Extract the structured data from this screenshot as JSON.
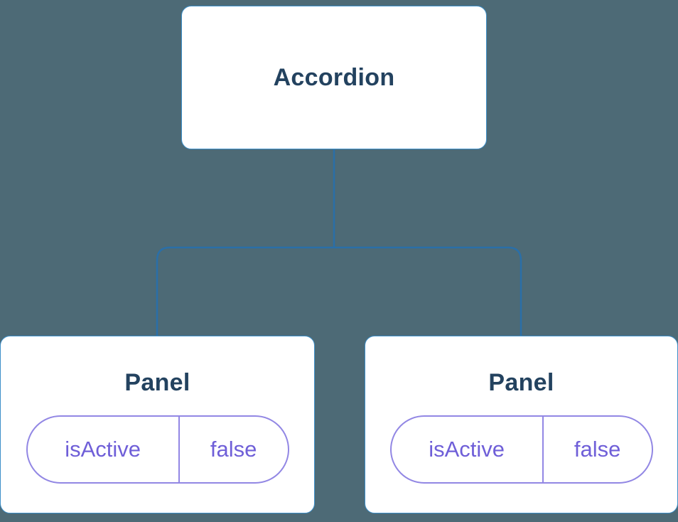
{
  "diagram": {
    "root": {
      "label": "Accordion"
    },
    "panels": [
      {
        "label": "Panel",
        "prop_name": "isActive",
        "prop_value": "false"
      },
      {
        "label": "Panel",
        "prop_name": "isActive",
        "prop_value": "false"
      }
    ],
    "colors": {
      "background": "#4d6a76",
      "node_fill": "#ffffff",
      "node_border": "#3d8fc9",
      "node_text": "#23425f",
      "connector": "#2a6fa8",
      "prop_border": "#9287e4",
      "prop_text": "#6f5fd8"
    }
  }
}
